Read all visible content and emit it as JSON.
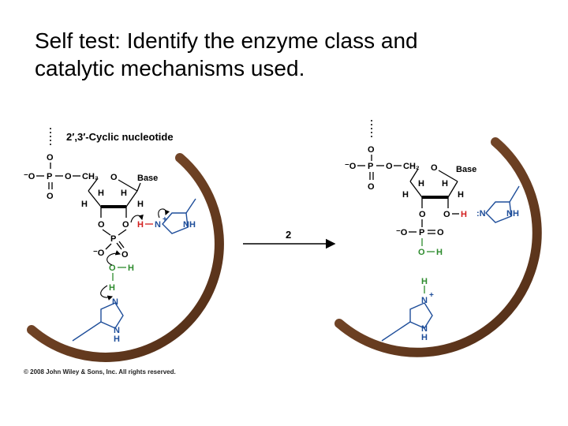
{
  "title": {
    "line1": "Self test: Identify the enzyme class and",
    "line2": "catalytic mechanisms used."
  },
  "figure": {
    "heading": "2′,3′-Cyclic nucleotide",
    "step_label": "2",
    "copyright": "© 2008 John Wiley & Sons, Inc. All rights reserved.",
    "colors": {
      "enzyme_rim": "#6b3f22",
      "proton_red": "#d21f1f",
      "water_green": "#2e8b2e",
      "imidazole_blue": "#1f4e9a"
    }
  }
}
